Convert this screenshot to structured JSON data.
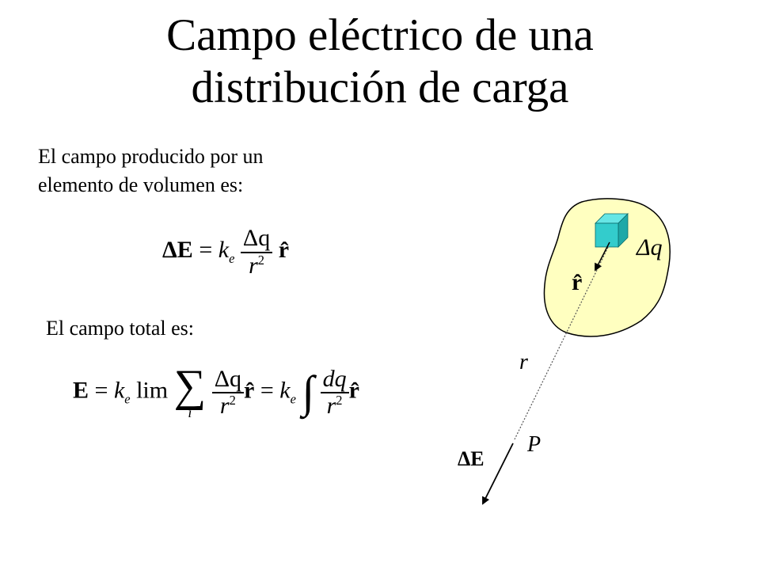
{
  "slide": {
    "title_line1": "Campo eléctrico de una",
    "title_line2": "distribución de carga",
    "text_volume_line1": "El campo producido por un",
    "text_volume_line2": "elemento de volumen es:",
    "text_total": "El campo total es:"
  },
  "formula1": {
    "lhs": "ΔE",
    "eq": "=",
    "k": "k",
    "k_sub": "e",
    "num": "Δq",
    "den": "r",
    "den_sup": "2",
    "unit": "r̂"
  },
  "formula2": {
    "lhs": "E",
    "eq1": "=",
    "k1": "k",
    "k1_sub": "e",
    "lim": "lim",
    "sigma": "∑",
    "sigma_sub": "i",
    "num1": "Δq",
    "den1": "r",
    "den1_sup": "2",
    "unit1": "r̂",
    "eq2": "=",
    "k2": "k",
    "k2_sub": "e",
    "integral": "∫",
    "num2": "dq",
    "den2": "r",
    "den2_sup": "2",
    "unit2": "r̂"
  },
  "diagram": {
    "label_dq": "Δq",
    "label_rhat": "r̂",
    "label_r": "r",
    "label_P": "P",
    "label_dE": "ΔE",
    "blob_fill": "#ffffc0",
    "cube_front": "#33cccc",
    "cube_top": "#66e6e6",
    "cube_side": "#1fa8a8"
  }
}
